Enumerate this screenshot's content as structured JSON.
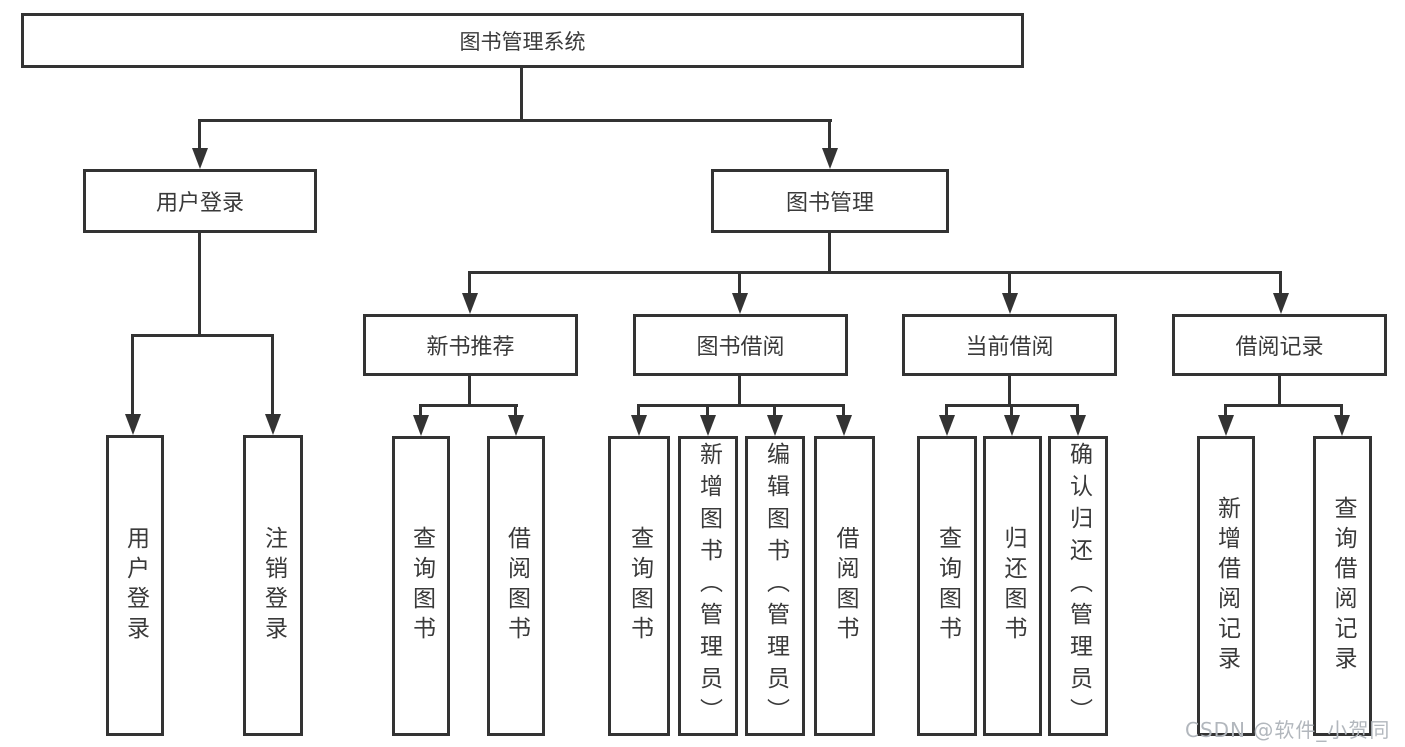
{
  "tree": {
    "root": {
      "label": "图书管理系统"
    },
    "branches": [
      {
        "label": "用户登录",
        "leaves": [
          {
            "label": "用户登录"
          },
          {
            "label": "注销登录"
          }
        ]
      },
      {
        "label": "图书管理",
        "groups": [
          {
            "label": "新书推荐",
            "leaves": [
              {
                "label": "查询图书"
              },
              {
                "label": "借阅图书"
              }
            ]
          },
          {
            "label": "图书借阅",
            "leaves": [
              {
                "label": "查询图书"
              },
              {
                "label": "新增图书（管理员）"
              },
              {
                "label": "编辑图书（管理员）"
              },
              {
                "label": "借阅图书"
              }
            ]
          },
          {
            "label": "当前借阅",
            "leaves": [
              {
                "label": "查询图书"
              },
              {
                "label": "归还图书"
              },
              {
                "label": "确认归还（管理员）"
              }
            ]
          },
          {
            "label": "借阅记录",
            "leaves": [
              {
                "label": "新增借阅记录"
              },
              {
                "label": "查询借阅记录"
              }
            ]
          }
        ]
      }
    ]
  },
  "watermark": {
    "text": "CSDN @软件_小贺同学"
  },
  "colors": {
    "line": "#333333",
    "text": "#3a3a3a",
    "watermark": "#b2b7bd",
    "background": "#ffffff"
  }
}
